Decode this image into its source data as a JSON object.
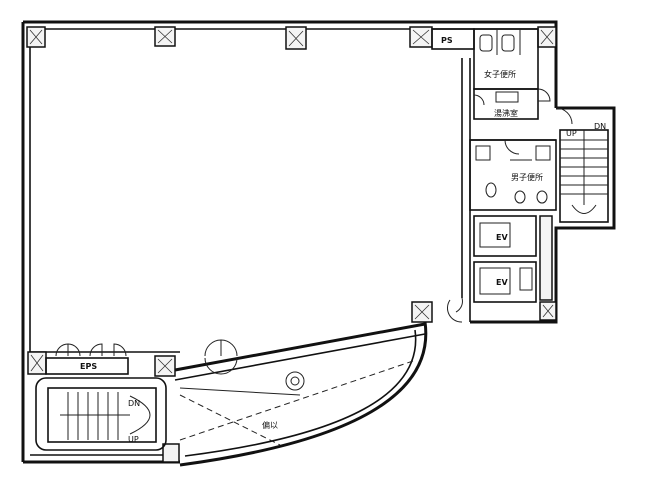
{
  "labels": {
    "ps": "PS",
    "women_toilet": "女子便所",
    "water_room": "湯沸室",
    "men_toilet": "男子便所",
    "ev1": "EV",
    "ev2": "EV",
    "up_right": "UP",
    "dn_right": "DN",
    "eps": "EPS",
    "dn_left": "DN",
    "up_left": "UP",
    "terrace": "偏以"
  }
}
